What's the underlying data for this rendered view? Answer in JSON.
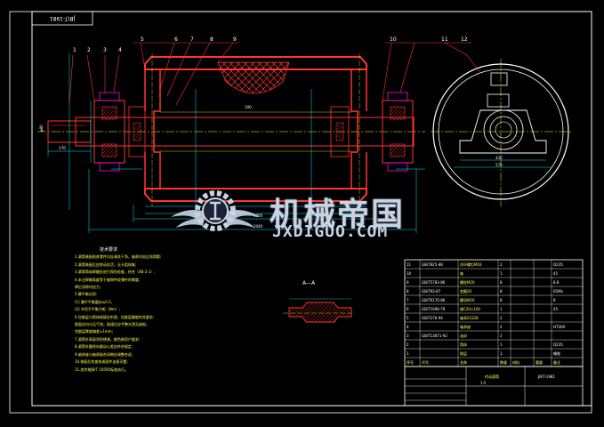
{
  "drawing_no": "JB\\T-1981",
  "part_labels": [
    "1",
    "2",
    "3",
    "4",
    "5",
    "6",
    "7",
    "8",
    "9",
    "10",
    "11",
    "12"
  ],
  "section_label": "A—A",
  "tech_requirements": {
    "heading": "技术要求",
    "lines": [
      "1.滚筒装配前各零件均应清洗干净，轴承内加注润滑脂;",
      "2.滚筒装配后应转动灵活，无卡阻现象;",
      "3.滚筒筒体焊缝应进行探伤检查，符合（XB-2-1）;",
      "4.未注焊缝高度等于被焊件较薄件的厚度;",
      "  焊后消除内应力;",
      "5.静平衡试验:",
      "  (1) 静不平衡量应≤0.5;",
      "  (2) 许用不平衡力矩（Nm）;",
      "6.包胶层与筒体粘接应牢固，包胶层硬度符合要求;",
      "  胶面应均匀无气泡，粘接后应平整光滑无缺陷，",
      "  包胶层厚度偏差±1mm;",
      "7.滚筒外表面涂防锈漆，颜色按用户要求;",
      "8.滚筒外圆径向跳动公差应符合规定;",
      "9.轴承座与轴承配合间隙应调整合适;",
      "10.装配后检查各紧固件连接可靠;",
      "11.其余按JB/T 10595标准执行。"
    ]
  },
  "bom_rows": [
    {
      "no": "11",
      "code": "GB/T825-88",
      "name": "吊环螺钉M16",
      "qty": "2",
      "mat": "",
      "wt": "",
      "note": "Q235"
    },
    {
      "no": "10",
      "code": "",
      "name": "轴",
      "qty": "1",
      "mat": "",
      "wt": "",
      "note": "45"
    },
    {
      "no": "9",
      "code": "GB/T5783-86",
      "name": "螺栓M20",
      "qty": "8",
      "mat": "",
      "wt": "",
      "note": "8.8"
    },
    {
      "no": "8",
      "code": "GB/T93-87",
      "name": "垫圈20",
      "qty": "8",
      "mat": "",
      "wt": "",
      "note": "65Mn"
    },
    {
      "no": "7",
      "code": "GB/T6170-86",
      "name": "螺母M20",
      "qty": "8",
      "mat": "",
      "wt": "",
      "note": "8"
    },
    {
      "no": "6",
      "code": "GB/T1096-79",
      "name": "键C20×100",
      "qty": "1",
      "mat": "",
      "wt": "",
      "note": "45"
    },
    {
      "no": "5",
      "code": "GB/T276-94",
      "name": "轴承22228",
      "qty": "2",
      "mat": "",
      "wt": "",
      "note": ""
    },
    {
      "no": "4",
      "code": "",
      "name": "轴承座",
      "qty": "2",
      "mat": "",
      "wt": "",
      "note": "HT200"
    },
    {
      "no": "3",
      "code": "GB/T13871-92",
      "name": "油封",
      "qty": "2",
      "mat": "",
      "wt": "",
      "note": ""
    },
    {
      "no": "2",
      "code": "",
      "name": "筒体",
      "qty": "1",
      "mat": "",
      "wt": "",
      "note": "Q235"
    },
    {
      "no": "1",
      "code": "",
      "name": "胶层",
      "qty": "1",
      "mat": "",
      "wt": "",
      "note": "橡胶"
    }
  ],
  "bom_header": {
    "no": "序号",
    "code": "代号",
    "name": "名称",
    "qty": "数量",
    "mat": "材料",
    "wt": "重量",
    "note": "备注"
  },
  "title_block": {
    "name": "传动滚筒",
    "scale": "1:5",
    "drawing_no": "JB\\T-1981"
  },
  "watermark": {
    "cn": "机械帝国",
    "en": "JXDIGUO.COM"
  },
  "colors": {
    "background": "#000000",
    "frame": "#ffffff",
    "outline": "#ff3333",
    "center": "#ffff00",
    "dimension": "#00e5ff",
    "part": "#ff00ff"
  }
}
